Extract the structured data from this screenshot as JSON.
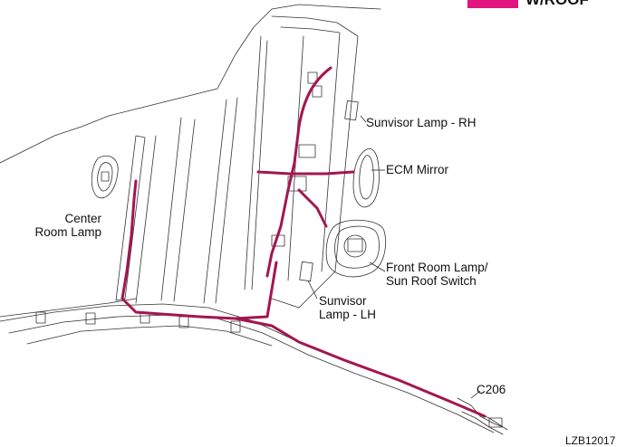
{
  "header": {
    "section_tab_color": "#e0157f",
    "section_tab_text": "W/ROOF"
  },
  "harness_color": "#a3164f",
  "labels": {
    "sunvisor_lamp_rh": "Sunvisor Lamp - RH",
    "ecm_mirror": "ECM Mirror",
    "center_room_lamp_line1": "Center",
    "center_room_lamp_line2": "Room Lamp",
    "front_room_lamp_line1": "Front Room Lamp/",
    "front_room_lamp_line2": "Sun Roof Switch",
    "sunvisor_lamp_lh_line1": "Sunvisor",
    "sunvisor_lamp_lh_line2": "Lamp - LH",
    "connector": "C206"
  },
  "figure_code": "LZB12017"
}
